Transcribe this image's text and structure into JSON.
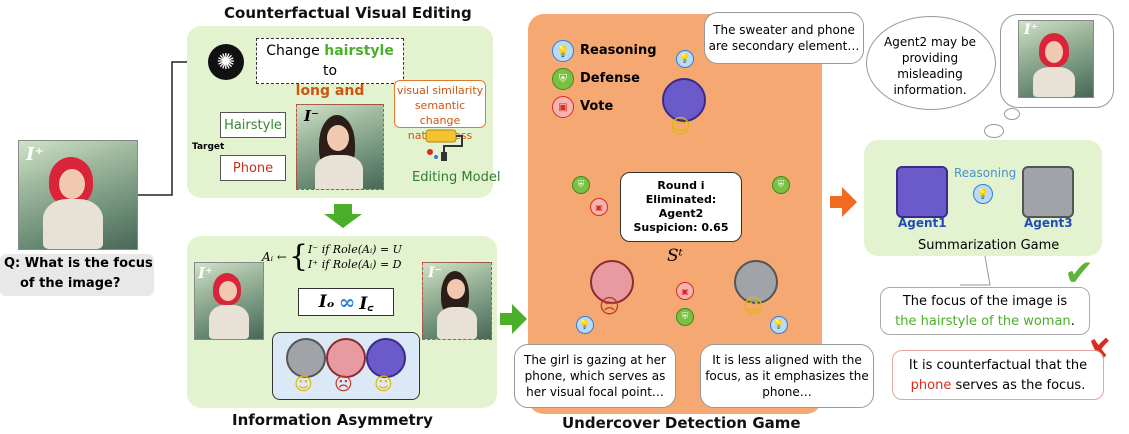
{
  "titles": {
    "editing": "Counterfactual Visual Editing",
    "asymmetry": "Information Asymmetry",
    "undercover": "Undercover Detection Game",
    "summarization": "Summarization Game"
  },
  "question": {
    "line1": "Q: What is the focus",
    "line2": "of the image?"
  },
  "image_labels": {
    "positive": "I⁺",
    "negative": "I⁻"
  },
  "editing": {
    "instruction_prefix": "Change ",
    "instruction_highlight1": "hairstyle",
    "instruction_mid": " to",
    "instruction_highlight2": "long and straight",
    "criteria": [
      "visual similarity",
      "semantic change",
      "naturalness"
    ],
    "target_label": "Target",
    "targets": [
      "Hairstyle",
      "Phone"
    ],
    "model_label": "Editing Model"
  },
  "asymmetry": {
    "formula_lhs": "Aᵢ ←",
    "case1": "I⁻  if Role(Aᵢ) = U",
    "case2": "I⁺  if Role(Aᵢ) = D",
    "io": "Iₒ",
    "ic": "I꜀"
  },
  "undercover": {
    "legend": [
      "Reasoning",
      "Defense",
      "Vote"
    ],
    "state": {
      "round": "Round i",
      "eliminated": "Eliminated:",
      "agent": "Agent2",
      "suspicion": "Suspicion: 0.65"
    },
    "state_symbol": "Sᵗ",
    "bubble_top": "The sweater and phone are secondary element…",
    "bubble_left": "The girl is gazing at her phone, which serves as her visual focal point…",
    "bubble_right": "It is less aligned with the focus, as it emphasizes the phone…"
  },
  "summary": {
    "thought": "Agent2 may be providing misleading information.",
    "reasoning_label": "Reasoning",
    "agent1": "Agent1",
    "agent3": "Agent3",
    "correct_prefix": "The focus of the image is",
    "correct_highlight": "the hairstyle of the woman",
    "correct_suffix": ".",
    "wrong_prefix": "It is counterfactual that the",
    "wrong_highlight": "phone",
    "wrong_suffix": " serves as the focus."
  },
  "colors": {
    "green_panel": "#e3f3cf",
    "orange_panel": "#f5a872",
    "green_arrow": "#4caf2a",
    "orange_arrow": "#f26a21",
    "highlight_green": "#4caf2a",
    "highlight_red": "#d9241c",
    "highlight_orange": "#d0550d"
  }
}
